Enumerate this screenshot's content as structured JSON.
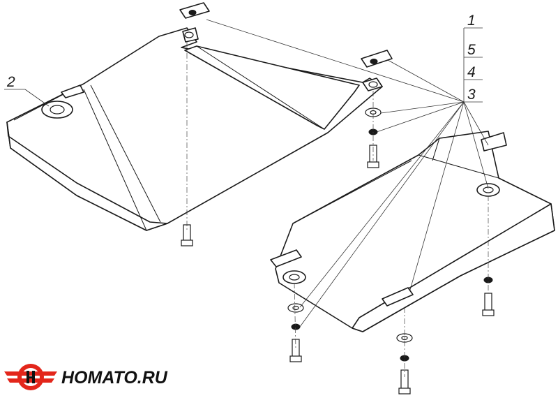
{
  "callouts": [
    "1",
    "5",
    "4",
    "3",
    "2"
  ],
  "logo": {
    "text": "HOMATO.RU",
    "accent": "#e3261b"
  },
  "colors": {
    "line": "#1a1a1a",
    "background": "#ffffff"
  }
}
